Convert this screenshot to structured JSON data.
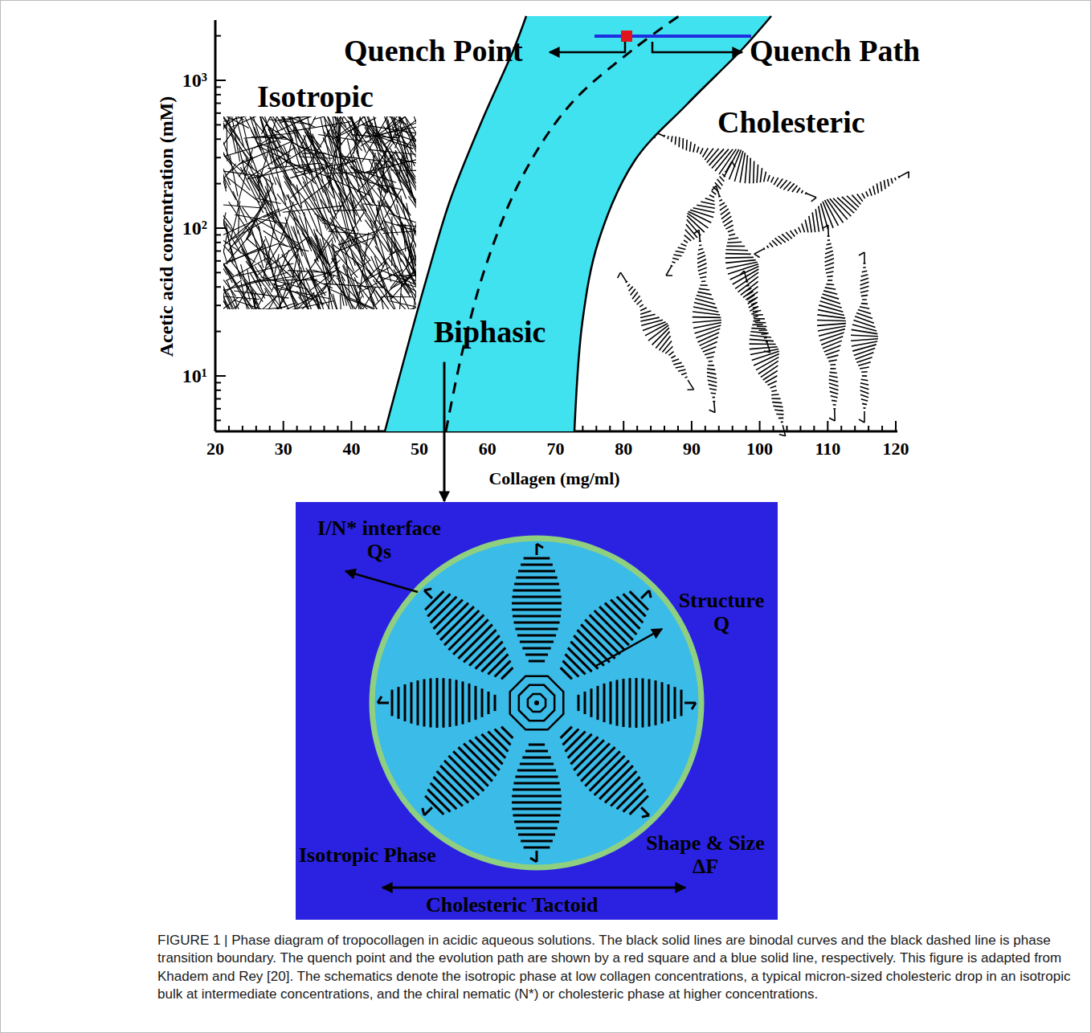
{
  "diagram": {
    "caption": "FIGURE 1 | Phase diagram of tropocollagen in acidic aqueous solutions. The black solid lines are binodal curves and the black dashed line is phase transition boundary. The quench point and the evolution path are shown by a red square and a blue solid line, respectively. This figure is adapted from Khadem and Rey [20]. The schematics denote the isotropic phase at low collagen concentrations, a typical micron-sized cholesteric drop in an isotropic bulk at intermediate concentrations, and the chiral nematic (N*) or cholesteric phase at higher concentrations.",
    "nodes": [
      {
        "text": [
          "Biphasic"
        ]
      },
      {
        "text": [
          "I/N* interface Qs",
          "Structure Q",
          "Shape & Size ΔF",
          "Isotropic Phase",
          "Cholesteric Tactoid"
        ]
      }
    ],
    "edges": [
      {
        "from": 0,
        "to": 1,
        "arrow": "to"
      }
    ],
    "labels": [
      "Quench Point",
      "Quench Path",
      "Isotropic",
      "Cholesteric",
      "Acetic acid concentration (mM)",
      "10³",
      "10²",
      "10¹",
      "20",
      "30",
      "40",
      "50",
      "60",
      "70",
      "80",
      "90",
      "100",
      "110",
      "120",
      "Collagen (mg/ml)"
    ]
  }
}
